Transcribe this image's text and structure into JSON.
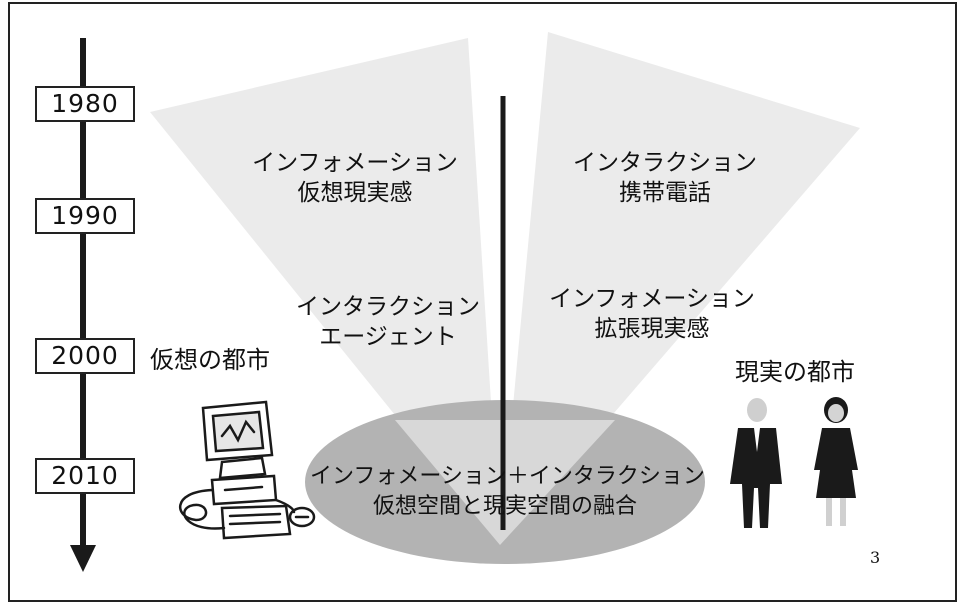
{
  "timeline": {
    "years": [
      "1980",
      "1990",
      "2000",
      "2010"
    ]
  },
  "left_upper": {
    "line1": "インフォメーション",
    "line2": "仮想現実感"
  },
  "left_lower": {
    "line1": "インタラクション",
    "line2": "エージェント"
  },
  "right_upper": {
    "line1": "インタラクション",
    "line2": "携帯電話"
  },
  "right_lower": {
    "line1": "インフォメーション",
    "line2": "拡張現実感"
  },
  "center_bottom": {
    "line1": "インフォメーション＋インタラクション",
    "line2": "仮想空間と現実空間の融合"
  },
  "labels": {
    "virtual_city": "仮想の都市",
    "real_city": "現実の都市"
  },
  "page_number": "3",
  "colors": {
    "fan_light": "#ebebeb",
    "ellipse": "#b3b3b3",
    "ink": "#1a1a1a"
  },
  "icons": [
    "computer-icon",
    "businessman-icon",
    "businesswoman-icon"
  ]
}
